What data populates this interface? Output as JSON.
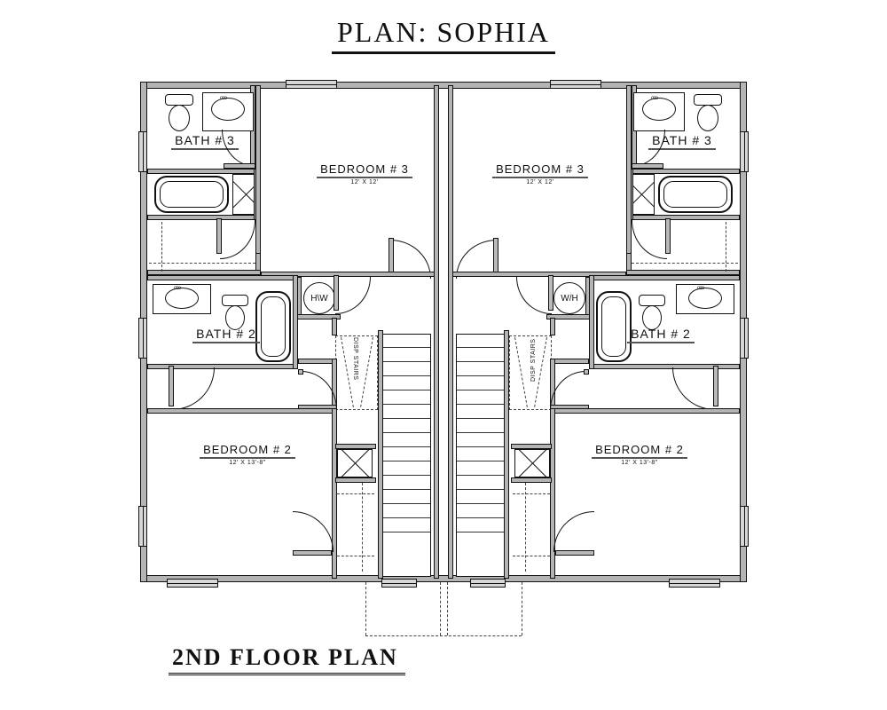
{
  "titles": {
    "plan_title": "PLAN:  SOPHIA",
    "sheet_title": "2ND  FLOOR  PLAN"
  },
  "units": [
    {
      "side": "left",
      "rooms": [
        {
          "name": "BATH # 3",
          "dim": ""
        },
        {
          "name": "BEDROOM # 3",
          "dim": "12' X 12'"
        },
        {
          "name": "BATH # 2",
          "dim": ""
        },
        {
          "name": "BEDROOM # 2",
          "dim": "12' X 13'-8\""
        }
      ],
      "equipment": {
        "water_heater": "H\\W",
        "attic_stairs": "DISP STAIRS"
      }
    },
    {
      "side": "right",
      "rooms": [
        {
          "name": "BATH # 3",
          "dim": ""
        },
        {
          "name": "BEDROOM # 3",
          "dim": "12' X 12'"
        },
        {
          "name": "BATH # 2",
          "dim": ""
        },
        {
          "name": "BEDROOM # 2",
          "dim": "12' X 13'-8\""
        }
      ],
      "equipment": {
        "water_heater": "W/H",
        "attic_stairs": "DISP STAIRS"
      }
    }
  ],
  "colors": {
    "ink": "#111111",
    "wall_fill": "#b4b4b4",
    "window_fill": "#d7d7d7",
    "paper": "#ffffff"
  },
  "fixtures": {
    "faucet_mark": "ooo"
  }
}
